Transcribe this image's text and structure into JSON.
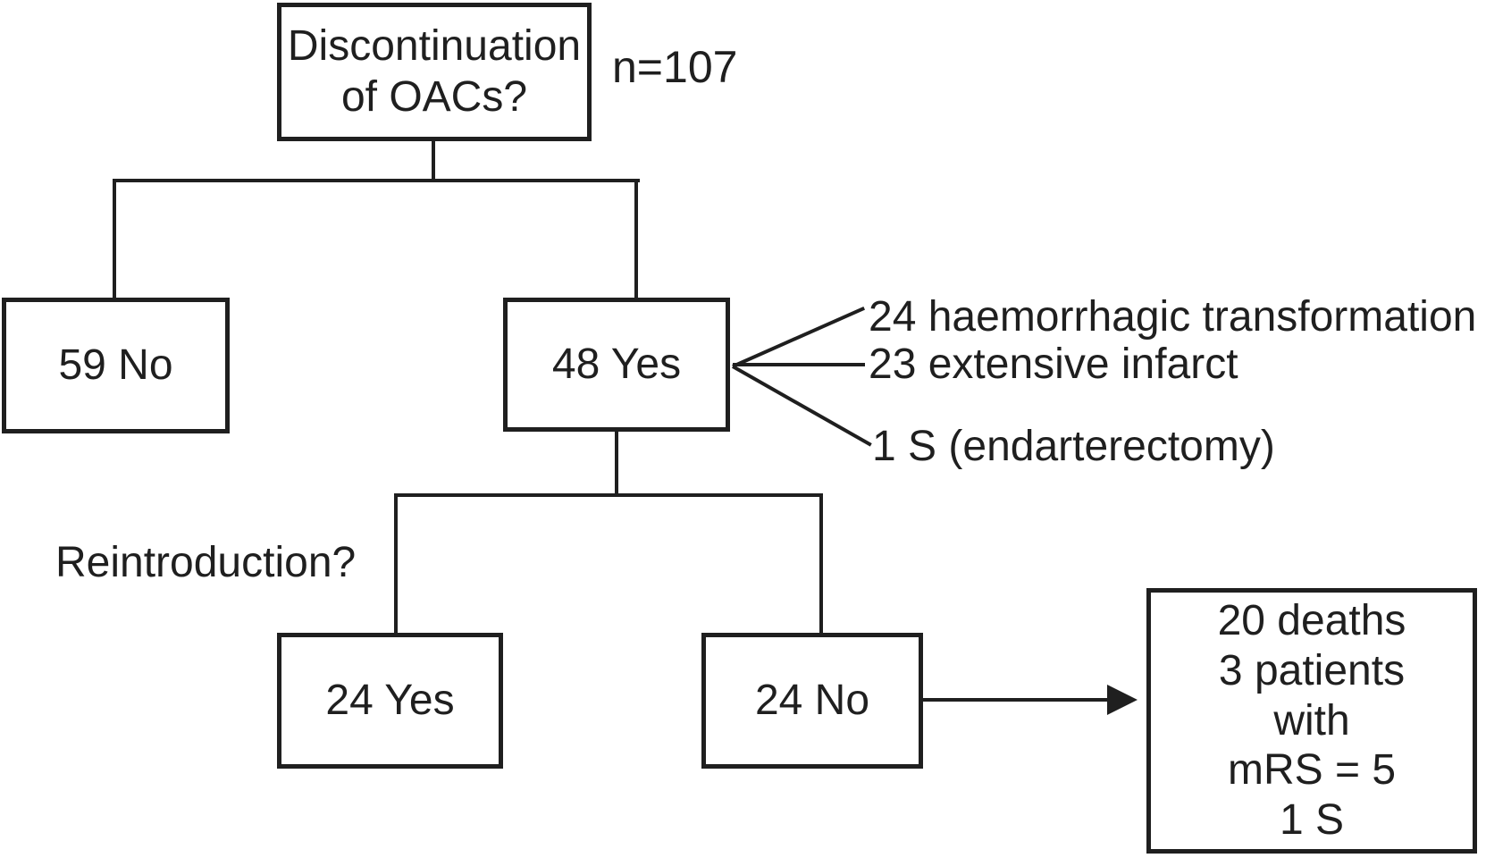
{
  "colors": {
    "ink": "#1f1f1f",
    "background": "#ffffff"
  },
  "figure": {
    "question1": {
      "line1": "Discontinuation",
      "line2": "of OACs?"
    },
    "cohort_count": "n=107",
    "branch1": {
      "no": "59 No",
      "yes": "48 Yes"
    },
    "yes_breakdown": [
      "24 haemorrhagic transformation",
      "23 extensive infarct",
      "1 S (endarterectomy)"
    ],
    "question2": "Reintroduction?",
    "branch2": {
      "yes": "24 Yes",
      "no": "24 No"
    },
    "outcome": {
      "lines": [
        "20 deaths",
        "3 patients",
        "with",
        "mRS = 5",
        "1 S"
      ]
    }
  }
}
